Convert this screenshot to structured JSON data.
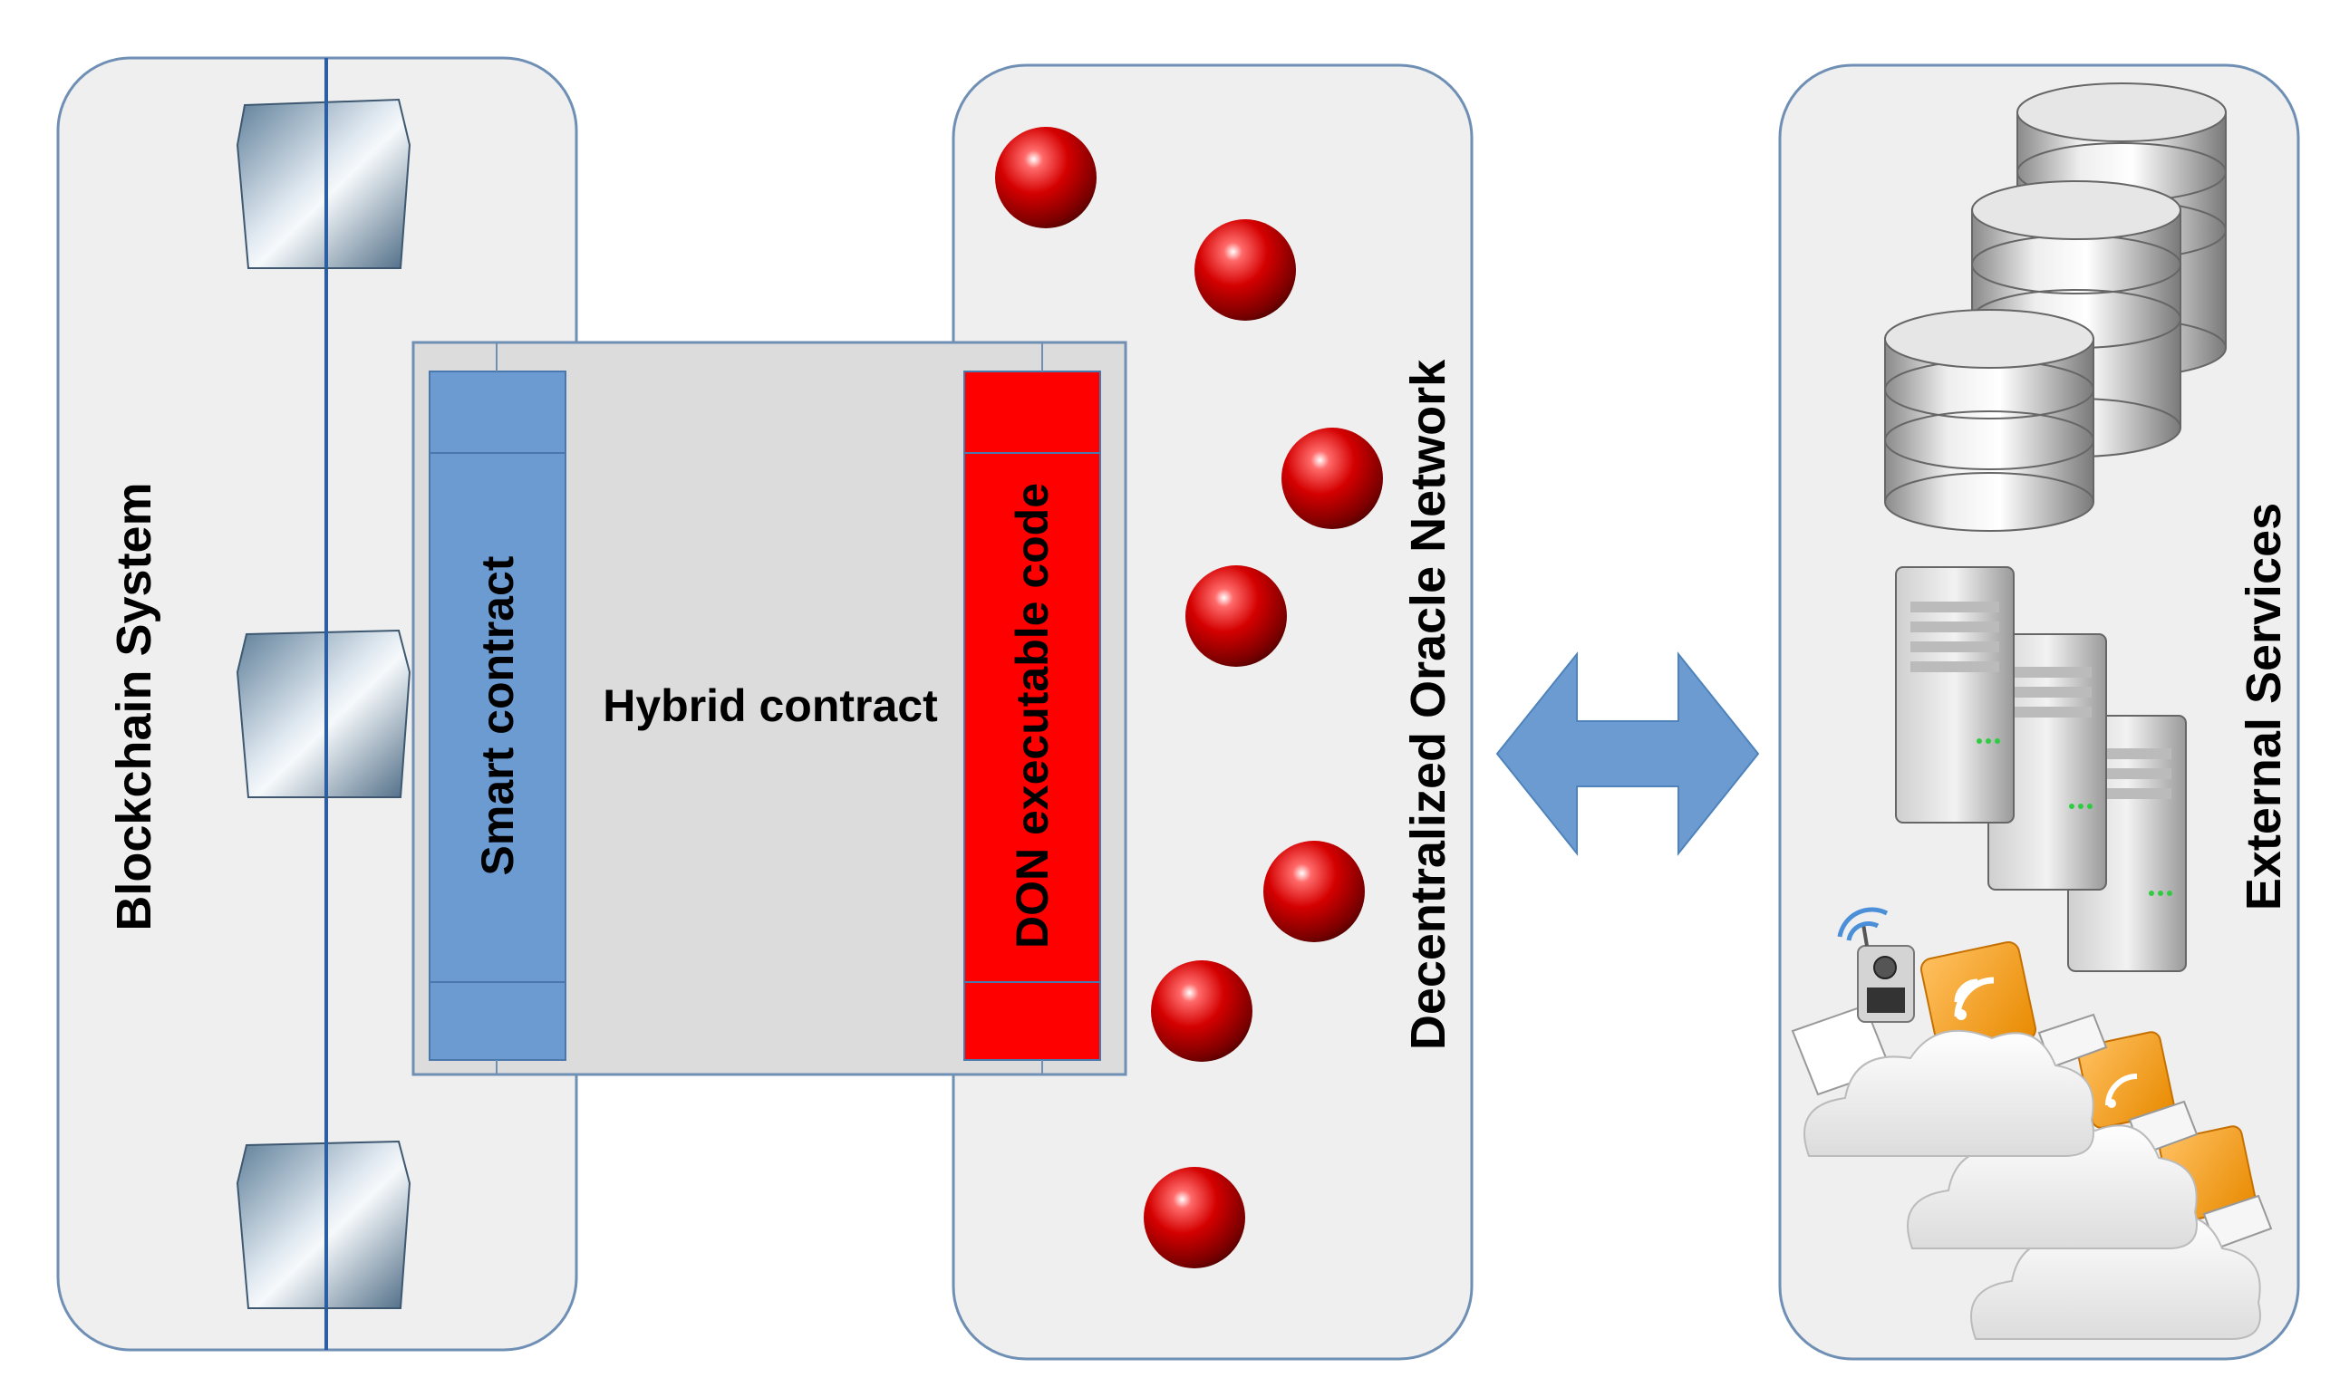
{
  "diagram": {
    "blockchain_label": "Blockchain System",
    "oracle_network_label": "Decentralized Oracle Network",
    "external_services_label": "External Services",
    "hybrid_contract_label": "Hybrid contract",
    "smart_contract_label": "Smart contract",
    "don_code_label": "DON executable code"
  },
  "colors": {
    "panel_fill": "#efefef",
    "panel_stroke": "#6f8fb5",
    "smart_contract": "#6b9bd1",
    "don_code": "#ff0000",
    "arrow": "#6b9bd1",
    "node_sphere": "#cc0000",
    "chain_line": "#2a5fa5"
  }
}
